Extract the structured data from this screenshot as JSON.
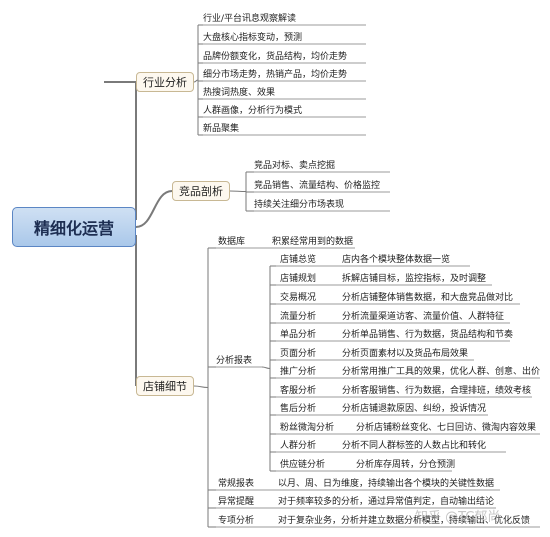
{
  "root": "精细化运营",
  "branches": {
    "industry": {
      "label": "行业分析",
      "items": [
        "行业/平台讯息观察解读",
        "大盘核心指标变动，预测",
        "品牌份额变化，货品结构，均价走势",
        "细分市场走势，热销产品，均价走势",
        "热搜词热度、效果",
        "人群画像，分析行为模式",
        "新品聚集"
      ]
    },
    "competitor": {
      "label": "竞品剖析",
      "items": [
        "竞品对标、卖点挖掘",
        "竞品销售、流量结构、价格监控",
        "持续关注细分市场表现"
      ]
    },
    "store": {
      "label": "店铺细节",
      "database": {
        "label": "数据库",
        "desc": "积累经常用到的数据"
      },
      "reports": {
        "label": "分析报表",
        "items": [
          {
            "label": "店铺总览",
            "desc": "店内各个模块整体数据一览"
          },
          {
            "label": "店铺规划",
            "desc": "拆解店铺目标，监控指标，及时调整"
          },
          {
            "label": "交易概况",
            "desc": "分析店铺整体销售数据，和大盘竞品做对比"
          },
          {
            "label": "流量分析",
            "desc": "分析流量渠道访客、流量价值、人群特征"
          },
          {
            "label": "单品分析",
            "desc": "分析单品销售、行为数据，货品结构和节奏"
          },
          {
            "label": "页面分析",
            "desc": "分析页面素材以及货品布局效果"
          },
          {
            "label": "推广分析",
            "desc": "分析常用推广工具的效果，优化人群、创意、出价"
          },
          {
            "label": "客服分析",
            "desc": "分析客服销售、行为数据，合理排班，绩效考核"
          },
          {
            "label": "售后分析",
            "desc": "分析店铺退款原因、纠纷，投诉情况"
          },
          {
            "label": "粉丝微淘分析",
            "desc": "分析店铺粉丝变化、七日回访、微淘内容效果"
          },
          {
            "label": "人群分析",
            "desc": "分析不同人群标签的人数占比和转化"
          },
          {
            "label": "供应链分析",
            "desc": "分析库存周转，分仓预测"
          }
        ]
      },
      "regular": {
        "label": "常规报表",
        "desc": "以月、周、日为维度，持续输出各个模块的关键性数据"
      },
      "alert": {
        "label": "异常提醒",
        "desc": "对于频率较多的分析，通过异常值判定，自动输出结论"
      },
      "special": {
        "label": "专项分析",
        "desc": "对于复杂业务，分析并建立数据分析模型，持续输出、优化反馈"
      }
    }
  },
  "watermark": "知乎 @TC郁尚",
  "colors": {
    "line": "#7a7a7a",
    "root_border": "#5b86c4",
    "branch_border": "#c8b894"
  }
}
